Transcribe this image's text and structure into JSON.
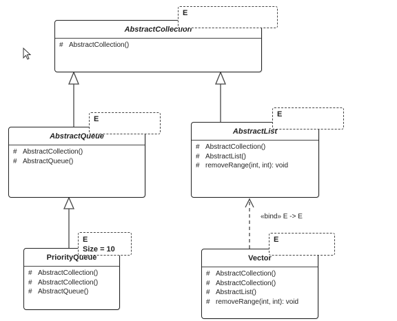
{
  "classes": {
    "abstract_collection": {
      "name": "AbstractCollection",
      "operations": [
        {
          "vis": "#",
          "sig": "AbstractCollection()"
        }
      ],
      "template": {
        "param": "E"
      }
    },
    "abstract_queue": {
      "name": "AbstractQueue",
      "operations": [
        {
          "vis": "#",
          "sig": "AbstractCollection()"
        },
        {
          "vis": "#",
          "sig": "AbstractQueue()"
        }
      ],
      "template": {
        "param": "E"
      }
    },
    "abstract_list": {
      "name": "AbstractList",
      "operations": [
        {
          "vis": "#",
          "sig": "AbstractCollection()"
        },
        {
          "vis": "#",
          "sig": "AbstractList()"
        },
        {
          "vis": "#",
          "sig": "removeRange(int, int): void"
        }
      ],
      "template": {
        "param": "E"
      }
    },
    "priority_queue": {
      "name": "PriorityQueue",
      "operations": [
        {
          "vis": "#",
          "sig": "AbstractCollection()"
        },
        {
          "vis": "#",
          "sig": "AbstractCollection()"
        },
        {
          "vis": "#",
          "sig": "AbstractQueue()"
        }
      ],
      "template": {
        "param": "E",
        "extra": "Size = 10"
      }
    },
    "vector": {
      "name": "Vector",
      "operations": [
        {
          "vis": "#",
          "sig": "AbstractCollection()"
        },
        {
          "vis": "#",
          "sig": "AbstractCollection()"
        },
        {
          "vis": "#",
          "sig": "AbstractList()"
        },
        {
          "vis": "#",
          "sig": "removeRange(int, int): void"
        }
      ],
      "template": {
        "param": "E"
      }
    }
  },
  "relations": {
    "bind_label": "«bind» E -> E"
  },
  "colors": {
    "line": "#444444",
    "border": "#222222",
    "background": "#ffffff"
  }
}
